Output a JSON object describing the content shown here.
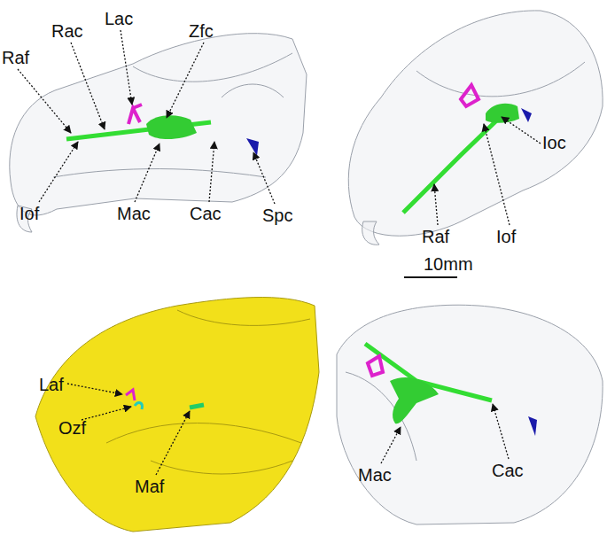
{
  "diagram": {
    "labels": [
      "Raf",
      "Rac",
      "Lac",
      "Zfc",
      "Iof",
      "Mac",
      "Cac",
      "Spc",
      "Ioc",
      "Raf",
      "Iof",
      "10mm",
      "Laf",
      "Ozf",
      "Maf",
      "Mac",
      "Cac"
    ]
  }
}
